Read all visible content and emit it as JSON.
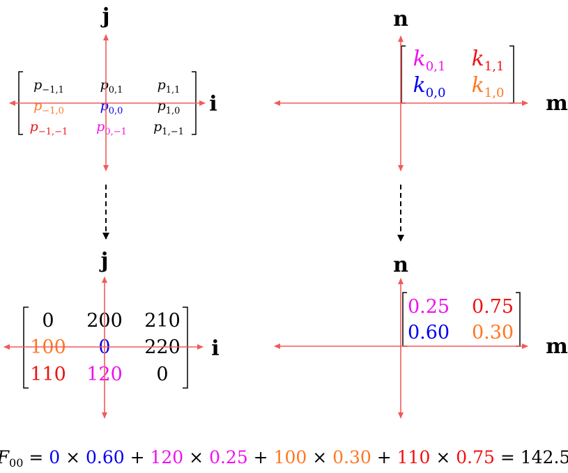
{
  "colors": {
    "black": "#000000",
    "orange": "#ff7722",
    "blue": "#0000ee",
    "red": "#ee1111",
    "magenta": "#ee11ee",
    "axis": "#f25a5a"
  },
  "axes": {
    "top_left": {
      "vertical": "j",
      "horizontal": "i"
    },
    "top_right": {
      "vertical": "n",
      "horizontal": "m"
    },
    "bottom_left": {
      "vertical": "j",
      "horizontal": "i"
    },
    "bottom_right": {
      "vertical": "n",
      "horizontal": "m"
    }
  },
  "symbolic_image": [
    [
      {
        "base": "p",
        "sub": "−1,1",
        "color": "black"
      },
      {
        "base": "p",
        "sub": "0,1",
        "color": "black"
      },
      {
        "base": "p",
        "sub": "1,1",
        "color": "black"
      }
    ],
    [
      {
        "base": "p",
        "sub": "−1,0",
        "color": "orange"
      },
      {
        "base": "p",
        "sub": "0,0",
        "color": "blue"
      },
      {
        "base": "p",
        "sub": "1,0",
        "color": "black"
      }
    ],
    [
      {
        "base": "p",
        "sub": "−1,−1",
        "color": "red"
      },
      {
        "base": "p",
        "sub": "0,−1",
        "color": "magenta"
      },
      {
        "base": "p",
        "sub": "1,−1",
        "color": "black"
      }
    ]
  ],
  "symbolic_kernel": [
    [
      {
        "base": "k",
        "sub": "0,1",
        "color": "magenta"
      },
      {
        "base": "k",
        "sub": "1,1",
        "color": "red"
      }
    ],
    [
      {
        "base": "k",
        "sub": "0,0",
        "color": "blue"
      },
      {
        "base": "k",
        "sub": "1,0",
        "color": "orange"
      }
    ]
  ],
  "numeric_image": [
    [
      {
        "text": "0",
        "color": "black"
      },
      {
        "text": "200",
        "color": "black"
      },
      {
        "text": "210",
        "color": "black"
      }
    ],
    [
      {
        "text": "100",
        "color": "orange"
      },
      {
        "text": "0",
        "color": "blue"
      },
      {
        "text": "220",
        "color": "black"
      }
    ],
    [
      {
        "text": "110",
        "color": "red"
      },
      {
        "text": "120",
        "color": "magenta"
      },
      {
        "text": "0",
        "color": "black"
      }
    ]
  ],
  "numeric_kernel": [
    [
      {
        "text": "0.25",
        "color": "magenta"
      },
      {
        "text": "0.75",
        "color": "red"
      }
    ],
    [
      {
        "text": "0.60",
        "color": "blue"
      },
      {
        "text": "0.30",
        "color": "orange"
      }
    ]
  ],
  "formula": {
    "lhs_base": "F",
    "lhs_sub": "00",
    "terms": [
      {
        "text": " = ",
        "color": "black"
      },
      {
        "text": "0",
        "color": "blue"
      },
      {
        "text": " × ",
        "color": "black"
      },
      {
        "text": "0.60",
        "color": "blue"
      },
      {
        "text": " + ",
        "color": "black"
      },
      {
        "text": "120",
        "color": "magenta"
      },
      {
        "text": " × ",
        "color": "black"
      },
      {
        "text": "0.25",
        "color": "magenta"
      },
      {
        "text": " + ",
        "color": "black"
      },
      {
        "text": "100",
        "color": "orange"
      },
      {
        "text": " × ",
        "color": "black"
      },
      {
        "text": "0.30",
        "color": "orange"
      },
      {
        "text": " + ",
        "color": "black"
      },
      {
        "text": "110",
        "color": "red"
      },
      {
        "text": " × ",
        "color": "black"
      },
      {
        "text": "0.75",
        "color": "red"
      },
      {
        "text": " = 142.5",
        "color": "black"
      }
    ]
  }
}
